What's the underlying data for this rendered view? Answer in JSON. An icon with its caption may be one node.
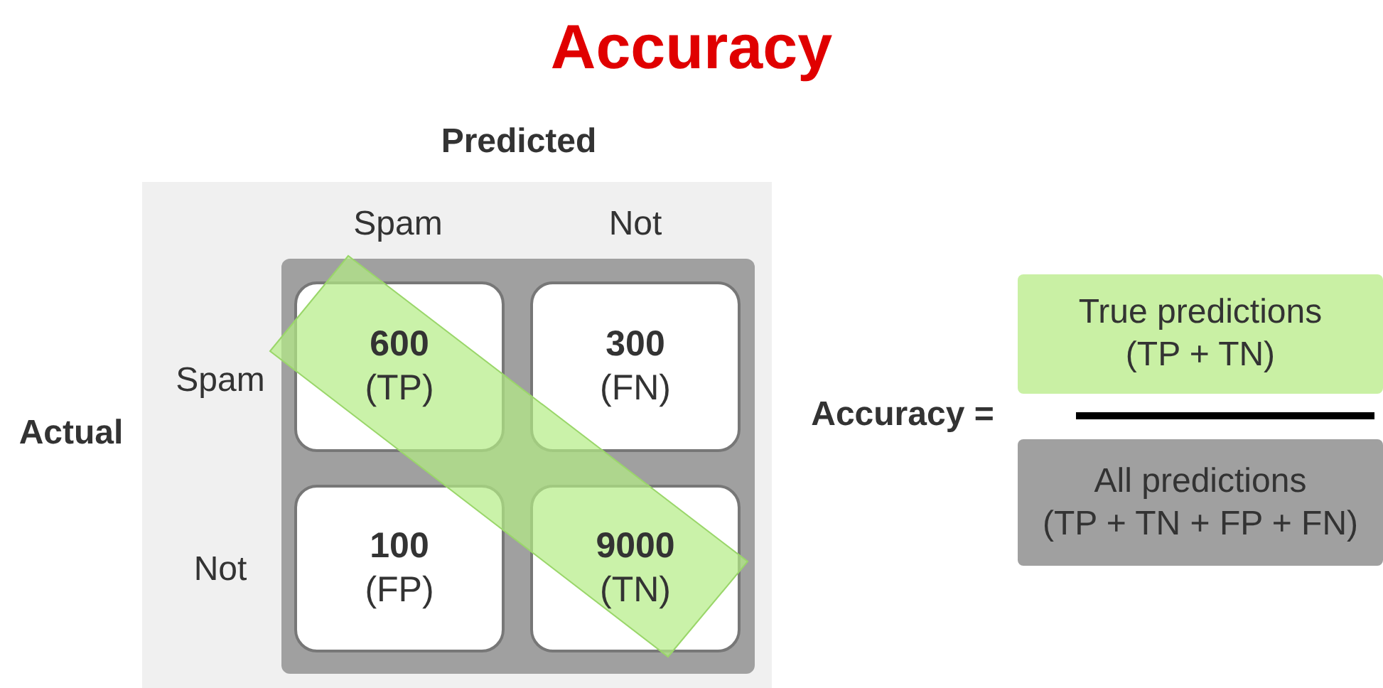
{
  "diagram": {
    "title": "Accuracy",
    "nodes": [
      {
        "text": [
          "600",
          "(TP)"
        ]
      },
      {
        "text": [
          "300",
          "(FN)"
        ]
      },
      {
        "text": [
          "100",
          "(FP)"
        ]
      },
      {
        "text": [
          "9000",
          "(TN)"
        ]
      },
      {
        "text": [
          "True predictions (TP + TN)"
        ]
      },
      {
        "text": [
          "All predictions (TP + TN + FP + FN)"
        ]
      }
    ],
    "labels": [
      "Predicted",
      "Spam",
      "Not",
      "Spam",
      "Actual",
      "Not",
      "Accuracy ="
    ]
  }
}
